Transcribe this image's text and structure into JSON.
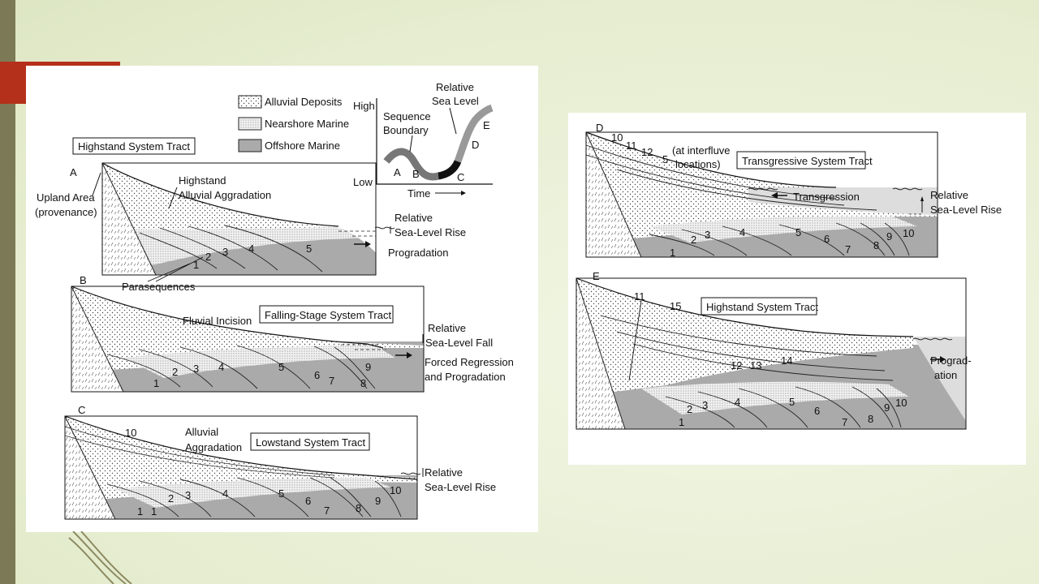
{
  "legend": {
    "alluvial": "Alluvial Deposits",
    "nearshore": "Nearshore Marine",
    "offshore": "Offshore Marine"
  },
  "inset": {
    "high": "High",
    "low": "Low",
    "time": "Time",
    "sequence_boundary_1": "Sequence",
    "sequence_boundary_2": "Boundary",
    "rsl_1": "Relative",
    "rsl_2": "Sea Level",
    "points": [
      "A",
      "B",
      "C",
      "D",
      "E"
    ]
  },
  "panels": {
    "A": {
      "letter": "A",
      "title": "Highstand System Tract",
      "upland_1": "Upland Area",
      "upland_2": "(provenance)",
      "aggr_1": "Highstand",
      "aggr_2": "Alluvial Aggradation",
      "rsl_1": "Relative",
      "rsl_2": "Sea-Level Rise",
      "prog": "Progradation",
      "parasequences": "Parasequences",
      "nums": [
        "1",
        "2",
        "3",
        "4",
        "5"
      ]
    },
    "B": {
      "letter": "B",
      "title": "Falling-Stage System Tract",
      "incision": "Fluvial Incision",
      "rsl_1": "Relative",
      "rsl_2": "Sea-Level Fall",
      "forced_1": "Forced Regression",
      "forced_2": "and Progradation",
      "nums": [
        "1",
        "2",
        "3",
        "4",
        "5",
        "6",
        "7",
        "8",
        "9"
      ]
    },
    "C": {
      "letter": "C",
      "title": "Lowstand System Tract",
      "aggr_1": "Alluvial",
      "aggr_2": "Aggradation",
      "rsl_1": "Relative",
      "rsl_2": "Sea-Level Rise",
      "nums": [
        "1",
        "1",
        "2",
        "3",
        "4",
        "5",
        "6",
        "7",
        "8",
        "9",
        "10"
      ]
    },
    "D": {
      "letter": "D",
      "title": "Transgressive System Tract",
      "interfluve_1": "(at interfluve",
      "interfluve_2": "locations)",
      "transgression": "Transgression",
      "rsl_1": "Relative",
      "rsl_2": "Sea-Level Rise",
      "top_nums": [
        "10",
        "11",
        "12",
        "5"
      ],
      "nums": [
        "1",
        "2",
        "3",
        "4",
        "5",
        "6",
        "7",
        "8",
        "9",
        "10"
      ]
    },
    "E": {
      "letter": "E",
      "title": "Highstand System Tract",
      "prog_1": "Prograd-",
      "prog_2": "ation",
      "top_nums": [
        "11",
        "15",
        "12",
        "13",
        "14"
      ],
      "nums": [
        "1",
        "2",
        "3",
        "4",
        "5",
        "6",
        "7",
        "8",
        "9",
        "10"
      ]
    }
  }
}
